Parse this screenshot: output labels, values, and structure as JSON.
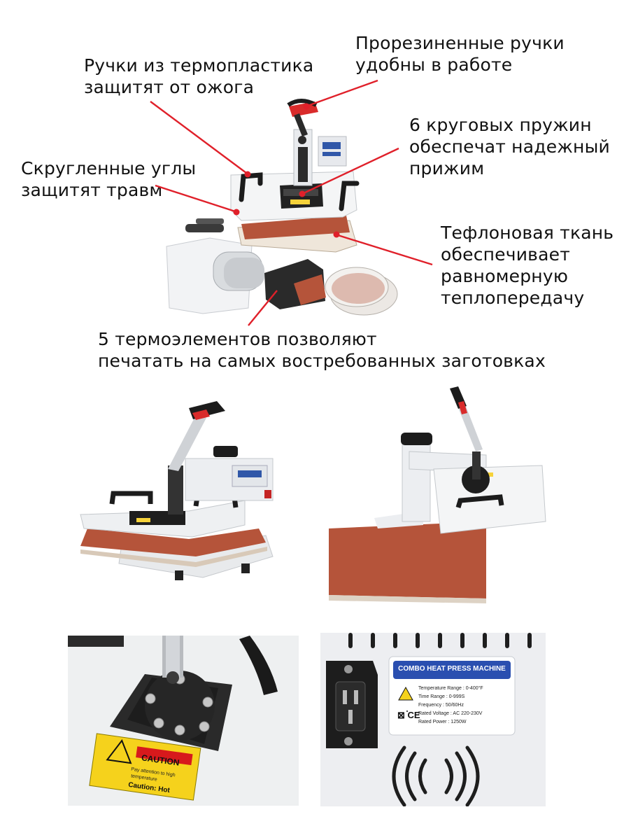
{
  "callouts": {
    "handles_thermoplastic": "Ручки из термопластика\nзащитят от ожога",
    "rubber_handles": "Прорезиненные ручки\nудобны в работе",
    "springs": "6 круговых пружин\nобеспечат надежный\nприжим",
    "rounded_corners": "Скругленные углы\nзащитят травм",
    "teflon": "Тефлоновая ткань\nобеспечивает\nравномерную\nтеплопередачу",
    "heating_elements": "5 термоэлементов позволяют\nпечатать на самых востребованных заготовках"
  },
  "caution_sticker": {
    "title": "CAUTION",
    "line1": "Pay attention to high",
    "line2": "temperature",
    "line3": "Caution: Hot"
  },
  "spec_label": {
    "title": "COMBO HEAT PRESS MACHINE",
    "rows": [
      "Temperature Range  : 0-400°F",
      "Time Range  : 0-999S",
      "Frequency  : 50/60Hz",
      "Rated Voltage : AC 220-230V",
      "Rated Power  : 1250W"
    ]
  },
  "colors": {
    "callout_line": "#e0202a",
    "teflon_pad": "#b5543a",
    "machine_white": "#eef0f2",
    "label_blue": "#2a4fb0"
  }
}
